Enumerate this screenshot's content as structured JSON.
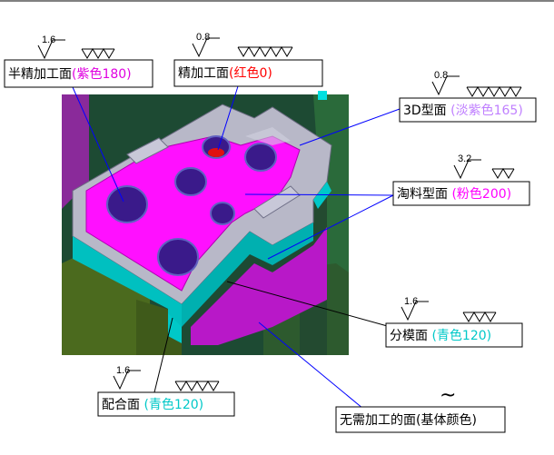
{
  "colors": {
    "magenta": "#ff00ff",
    "red": "#ff0000",
    "light_purple": "#c080ff",
    "pink": "#ff00ff",
    "cyan": "#00c8c8",
    "leader": "#0000ff",
    "base_dark_green": "#1e4a2a",
    "base_olive": "#4a6a20"
  },
  "labels": {
    "semi_finish": {
      "prefix": "半精加工面",
      "color_text": "(紫色180)",
      "roughness": "1.6"
    },
    "finish": {
      "prefix": "精加工面",
      "color_text": "(红色0)",
      "roughness": "0.8"
    },
    "model_3d": {
      "prefix": "3D型面",
      "color_text": " (淡紫色165)",
      "roughness": "0.8"
    },
    "scrap": {
      "prefix": "淘料型面",
      "color_text": " (粉色200)",
      "roughness": "3.2"
    },
    "parting": {
      "prefix": "分模面",
      "color_text": " (青色120)",
      "roughness": "1.6"
    },
    "mating": {
      "prefix": "配合面",
      "color_text": " (青色120)",
      "roughness": "1.6"
    },
    "no_machining": {
      "text": "无需加工的面(基体颜色)",
      "symbol": "~"
    }
  }
}
